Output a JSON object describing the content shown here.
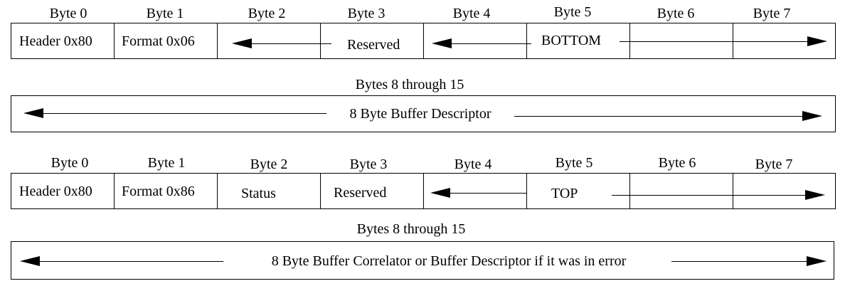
{
  "top_frame": {
    "byte_headers": [
      "Byte 0",
      "Byte 1",
      "Byte 2",
      "Byte 3",
      "Byte 4",
      "Byte 5",
      "Byte 6",
      "Byte 7"
    ],
    "cells": {
      "header": "Header 0x80",
      "format": "Format 0x06",
      "reserved": "Reserved",
      "bottom": "BOTTOM"
    },
    "bytes_range_label": "Bytes 8 through 15",
    "descriptor": "8 Byte Buffer Descriptor"
  },
  "bottom_frame": {
    "byte_headers": [
      "Byte 0",
      "Byte 1",
      "Byte 2",
      "Byte 3",
      "Byte 4",
      "Byte 5",
      "Byte 6",
      "Byte 7"
    ],
    "cells": {
      "header": "Header 0x80",
      "format": "Format 0x86",
      "status": "Status",
      "reserved": "Reserved",
      "top": "TOP"
    },
    "bytes_range_label": "Bytes 8 through 15",
    "descriptor": "8 Byte Buffer Correlator or Buffer Descriptor if it was in error"
  }
}
